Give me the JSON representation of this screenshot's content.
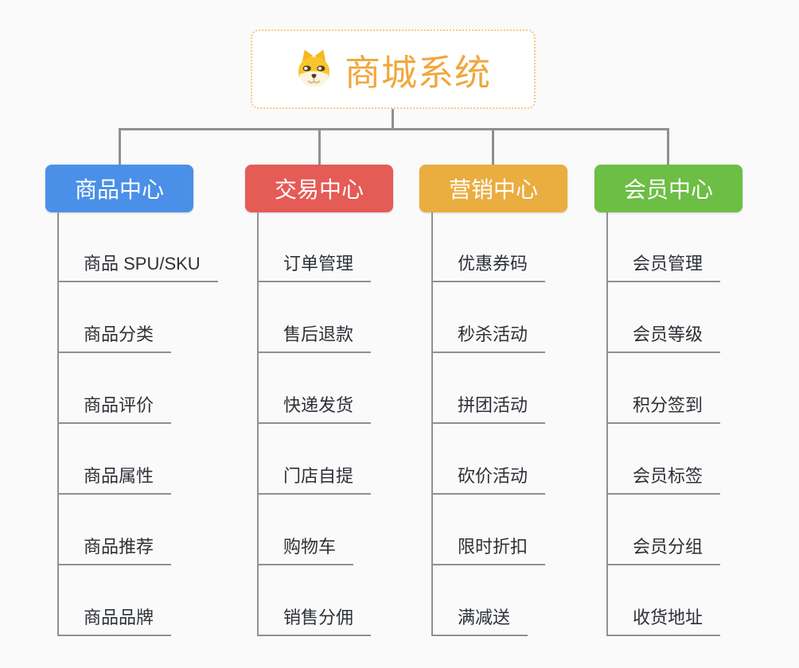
{
  "root": {
    "title": "商城系统",
    "icon": "dog-face-icon",
    "title_color": "#f0a73c",
    "border_color": "#f6c87e"
  },
  "connector_color": "#909090",
  "background_color": "#fafafa",
  "branches": [
    {
      "title": "商品中心",
      "color": "#4a90e8",
      "items": [
        "商品 SPU/SKU",
        "商品分类",
        "商品评价",
        "商品属性",
        "商品推荐",
        "商品品牌"
      ]
    },
    {
      "title": "交易中心",
      "color": "#e55b55",
      "items": [
        "订单管理",
        "售后退款",
        "快递发货",
        "门店自提",
        "购物车",
        "销售分佣"
      ]
    },
    {
      "title": "营销中心",
      "color": "#eaad3f",
      "items": [
        "优惠券码",
        "秒杀活动",
        "拼团活动",
        "砍价活动",
        "限时折扣",
        "满减送"
      ]
    },
    {
      "title": "会员中心",
      "color": "#6cbe45",
      "items": [
        "会员管理",
        "会员等级",
        "积分签到",
        "会员标签",
        "会员分组",
        "收货地址"
      ]
    }
  ]
}
